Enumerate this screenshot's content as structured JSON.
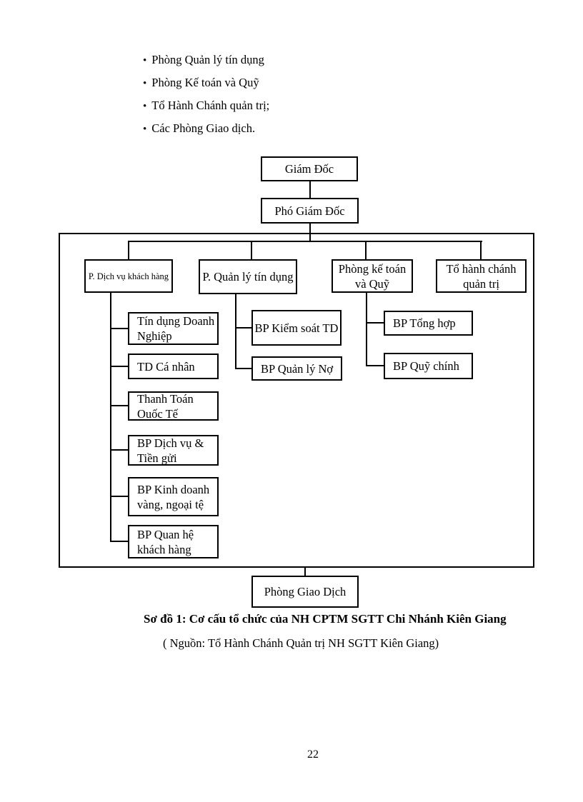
{
  "document": {
    "bullet_char": "•",
    "bullet_list": [
      "Phòng Quản lý tín dụng",
      "Phòng Kế toán và Quỹ",
      "Tổ Hành Chánh quản trị;",
      "Các Phòng Giao dịch."
    ],
    "caption": "Sơ đồ 1: Cơ cấu tổ chức của NH CPTM SGTT Chi Nhánh Kiên Giang",
    "source_line": "( Nguồn: Tổ Hành Chánh Quản trị NH SGTT Kiên Giang)",
    "page_number": "22"
  },
  "org_chart": {
    "root": "Giám Đốc",
    "deputy": "Phó Giám Đốc",
    "departments": [
      {
        "label": "P. Dịch vụ khách hàng",
        "children": [
          "Tín dụng Doanh Nghiệp",
          "TD Cá nhân",
          "Thanh Toán Ouốc Tế",
          "BP Dịch vụ & Tiền gửi",
          "BP Kinh doanh vàng, ngoại tệ",
          "BP Quan hệ khách hàng"
        ]
      },
      {
        "label": "P. Quản lý tín dụng",
        "children": [
          "BP Kiểm soát TD",
          "BP Quản lý Nợ"
        ]
      },
      {
        "label": "Phòng kế toán và Quỹ",
        "children": [
          "BP Tổng hợp",
          "BP Quỹ chính"
        ]
      },
      {
        "label": "Tổ hành chánh quản trị",
        "children": []
      }
    ],
    "bottom_node": "Phòng Giao Dịch"
  },
  "colors": {
    "line": "#000000",
    "background": "#ffffff",
    "text": "#000000"
  }
}
